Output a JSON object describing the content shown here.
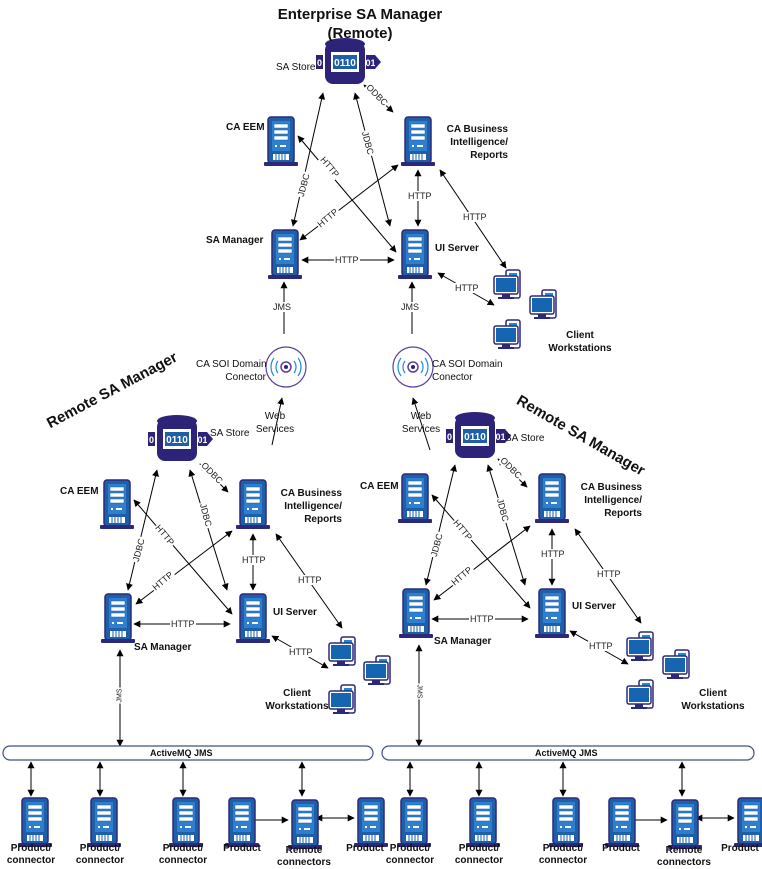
{
  "title": {
    "line1": "Enterprise SA Manager",
    "line2": "(Remote)"
  },
  "colors": {
    "server_fill": "#1e5fa8",
    "server_dark": "#2b2a7a",
    "store_fill": "#2d2379",
    "monitor_screen": "#1565b0",
    "connector_ring_outer": "#5b3fa0",
    "connector_ring_inner": "#1e88e5",
    "arrow": "#000000",
    "bus_border": "#3d4f8a"
  },
  "enterprise": {
    "store": "SA Store",
    "eem": "CA EEM",
    "bi_line1": "CA Business",
    "bi_line2": "Intelligence/",
    "bi_line3": "Reports",
    "sa_manager": "SA Manager",
    "ui_server": "UI Server",
    "clients_line1": "Client",
    "clients_line2": "Workstations",
    "edges": {
      "odbc": "ODBC",
      "jdbc_store_ui": "JDBC",
      "jdbc_store_mgr": "JDBC",
      "http_eem": "HTTP",
      "http_bi_mgr": "HTTP",
      "http_bi_ui": "HTTP",
      "http_bi_clients": "HTTP",
      "http_mgr_ui": "HTTP",
      "http_ui_clients": "HTTP",
      "jms_left": "JMS",
      "jms_right": "JMS"
    }
  },
  "connectors": {
    "left_line1": "CA SOI Domain",
    "left_line2": "Conector",
    "right_line1": "CA SOI Domain",
    "right_line2": "Conector",
    "web_services_line1": "Web",
    "web_services_line2": "Services"
  },
  "remote_left": {
    "title": "Remote SA Manager",
    "store": "SA Store",
    "eem": "CA EEM",
    "bi_line1": "CA Business",
    "bi_line2": "Intelligence/",
    "bi_line3": "Reports",
    "sa_manager": "SA Manager",
    "ui_server": "UI Server",
    "clients_line1": "Client",
    "clients_line2": "Workstations",
    "bus": "ActiveMQ JMS",
    "edges": {
      "odbc": "ODBC",
      "jdbc1": "JDBC",
      "jdbc2": "JDBC",
      "http_eem": "HTTP",
      "http_bi_mgr": "HTTP",
      "http_bi_ui": "HTTP",
      "http_bi_clients": "HTTP",
      "http_mgr_ui": "HTTP",
      "http_ui_clients": "HTTP",
      "jms": "JMS"
    },
    "products": [
      {
        "line1": "Product/",
        "line2": "connector"
      },
      {
        "line1": "Product/",
        "line2": "connector"
      },
      {
        "line1": "Product/",
        "line2": "connector"
      },
      {
        "line1": "Product",
        "line2": ""
      },
      {
        "line1": "Remote",
        "line2": "connectors"
      },
      {
        "line1": "Product",
        "line2": ""
      }
    ]
  },
  "remote_right": {
    "title": "Remote SA Manager",
    "store": "SA Store",
    "eem": "CA EEM",
    "bi_line1": "CA Business",
    "bi_line2": "Intelligence/",
    "bi_line3": "Reports",
    "sa_manager": "SA Manager",
    "ui_server": "UI Server",
    "clients_line1": "Client",
    "clients_line2": "Workstations",
    "bus": "ActiveMQ JMS",
    "edges": {
      "odbc": "ODBC",
      "jdbc1": "JDBC",
      "jdbc2": "JDBC",
      "http_eem": "HTTP",
      "http_bi_mgr": "HTTP",
      "http_bi_ui": "HTTP",
      "http_bi_clients": "HTTP",
      "http_mgr_ui": "HTTP",
      "http_ui_clients": "HTTP",
      "jms": "JMS"
    },
    "products": [
      {
        "line1": "Product/",
        "line2": "connector"
      },
      {
        "line1": "Product/",
        "line2": "connector"
      },
      {
        "line1": "Product/",
        "line2": "connector"
      },
      {
        "line1": "Product",
        "line2": ""
      },
      {
        "line1": "Remote",
        "line2": "connectors"
      },
      {
        "line1": "Product",
        "line2": ""
      }
    ],
    "bus_jms_label": "JMS"
  }
}
